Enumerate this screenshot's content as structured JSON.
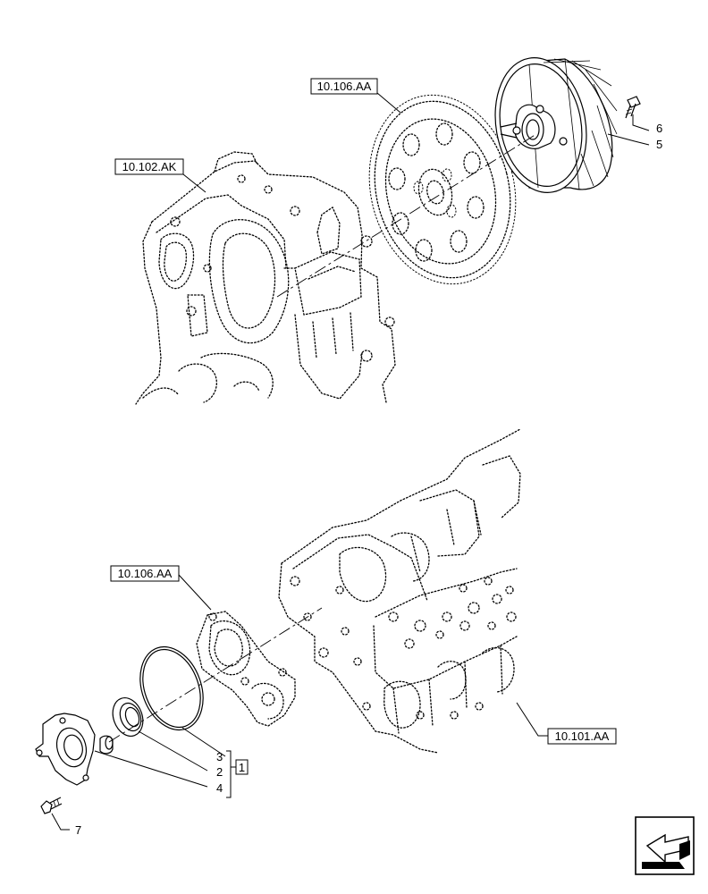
{
  "references": {
    "gear_cover_top": "10.106.AA",
    "housing": "10.102.AK",
    "cover_bottom": "10.106.AA",
    "block": "10.101.AA"
  },
  "callouts": {
    "c6": "6",
    "c5": "5",
    "c3": "3",
    "c2": "2",
    "c4": "4",
    "c7": "7",
    "kit": "1"
  },
  "icons": {
    "nav": "arrow-back-icon"
  }
}
